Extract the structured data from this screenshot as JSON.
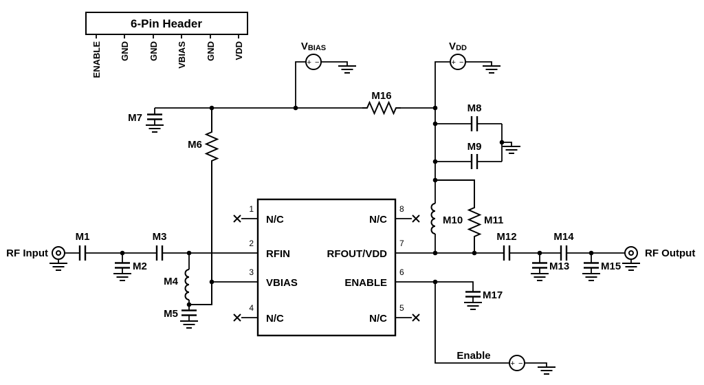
{
  "header": {
    "label": "6-Pin Header",
    "pins": [
      "ENABLE",
      "GND",
      "GND",
      "VBIAS",
      "GND",
      "VDD"
    ]
  },
  "supplies": {
    "vbias": {
      "v": "V",
      "sub": "BIAS"
    },
    "vdd": {
      "v": "V",
      "sub": "DD"
    },
    "enable_label": "Enable",
    "polarity": "+ −"
  },
  "ports": {
    "input": "RF Input",
    "output": "RF Output"
  },
  "ic": {
    "left_pins": [
      {
        "num": "1",
        "name": "N/C"
      },
      {
        "num": "2",
        "name": "RFIN"
      },
      {
        "num": "3",
        "name": "VBIAS"
      },
      {
        "num": "4",
        "name": "N/C"
      }
    ],
    "right_pins": [
      {
        "num": "8",
        "name": "N/C"
      },
      {
        "num": "7",
        "name": "RFOUT/VDD"
      },
      {
        "num": "6",
        "name": "ENABLE"
      },
      {
        "num": "5",
        "name": "N/C"
      }
    ]
  },
  "components": {
    "m1": "M1",
    "m2": "M2",
    "m3": "M3",
    "m4": "M4",
    "m5": "M5",
    "m6": "M6",
    "m7": "M7",
    "m8": "M8",
    "m9": "M9",
    "m10": "M10",
    "m11": "M11",
    "m12": "M12",
    "m13": "M13",
    "m14": "M14",
    "m15": "M15",
    "m16": "M16",
    "m17": "M17"
  },
  "colors": {
    "line": "#000000",
    "background": "#ffffff"
  }
}
